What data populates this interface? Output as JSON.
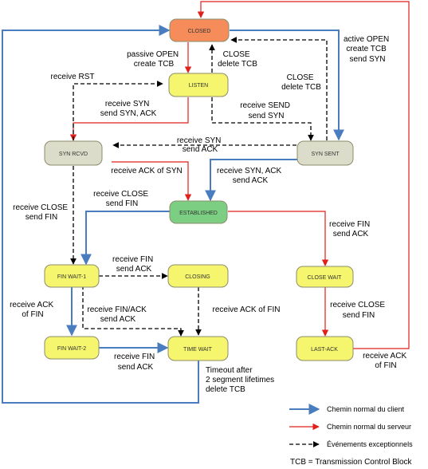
{
  "colors": {
    "client": "#4a7dbf",
    "server": "#e0201b",
    "exceptional": "#000000",
    "closed_fill": "#f58c5a",
    "yellow_fill": "#f5f56e",
    "gray_fill": "#dcdccb",
    "green_fill": "#7ccf82"
  },
  "states": {
    "closed": "CLOSED",
    "listen": "LISTEN",
    "syn_rcvd": "SYN RCVD",
    "syn_sent": "SYN SENT",
    "established": "ESTABLISHED",
    "fin_wait_1": "FIN WAIT-1",
    "closing": "CLOSING",
    "close_wait": "CLOSE WAIT",
    "fin_wait_2": "FIN WAIT-2",
    "time_wait": "TIME WAIT",
    "last_ack": "LAST-ACK"
  },
  "edges": {
    "passive_open": [
      "passive OPEN",
      "create TCB"
    ],
    "close_delete": [
      "CLOSE",
      "delete TCB"
    ],
    "active_open": [
      "active OPEN",
      "create TCB",
      "send SYN"
    ],
    "close_delete_2": [
      "CLOSE",
      "delete TCB"
    ],
    "receive_rst": [
      "receive RST"
    ],
    "receive_syn": [
      "receive SYN",
      "send SYN, ACK"
    ],
    "receive_send": [
      "receive SEND",
      "send SYN"
    ],
    "receive_syn_mid": [
      "receive SYN",
      "send ACK"
    ],
    "receive_ack_of_syn": [
      "receive ACK of SYN"
    ],
    "receive_syn_ack": [
      "receive SYN, ACK",
      "send ACK"
    ],
    "receive_close_left": [
      "receive CLOSE",
      "send FIN"
    ],
    "receive_close_est": [
      "receive CLOSE",
      "send FIN"
    ],
    "receive_fin_right": [
      "receive FIN",
      "send ACK"
    ],
    "receive_fin_fw1": [
      "receive FIN",
      "send ACK"
    ],
    "receive_ack_of_fin_left": [
      "receive ACK",
      "of FIN"
    ],
    "receive_fin_ack": [
      "receive FIN/ACK",
      "send ACK"
    ],
    "receive_ack_of_fin_closing": [
      "receive ACK of FIN"
    ],
    "receive_close_cw": [
      "receive CLOSE",
      "send FIN"
    ],
    "receive_fin_fw2": [
      "receive FIN",
      "send ACK"
    ],
    "timeout": [
      "Timeout after",
      "2 segment lifetimes",
      "delete TCB"
    ],
    "receive_ack_of_fin_last": [
      "receive ACK",
      "of FIN"
    ]
  },
  "legend": {
    "client": "Chemin normal du client",
    "server": "Chemin normal du serveur",
    "exceptional": "Événements exceptionnels",
    "tcb": "TCB = Transmission Control Block"
  }
}
